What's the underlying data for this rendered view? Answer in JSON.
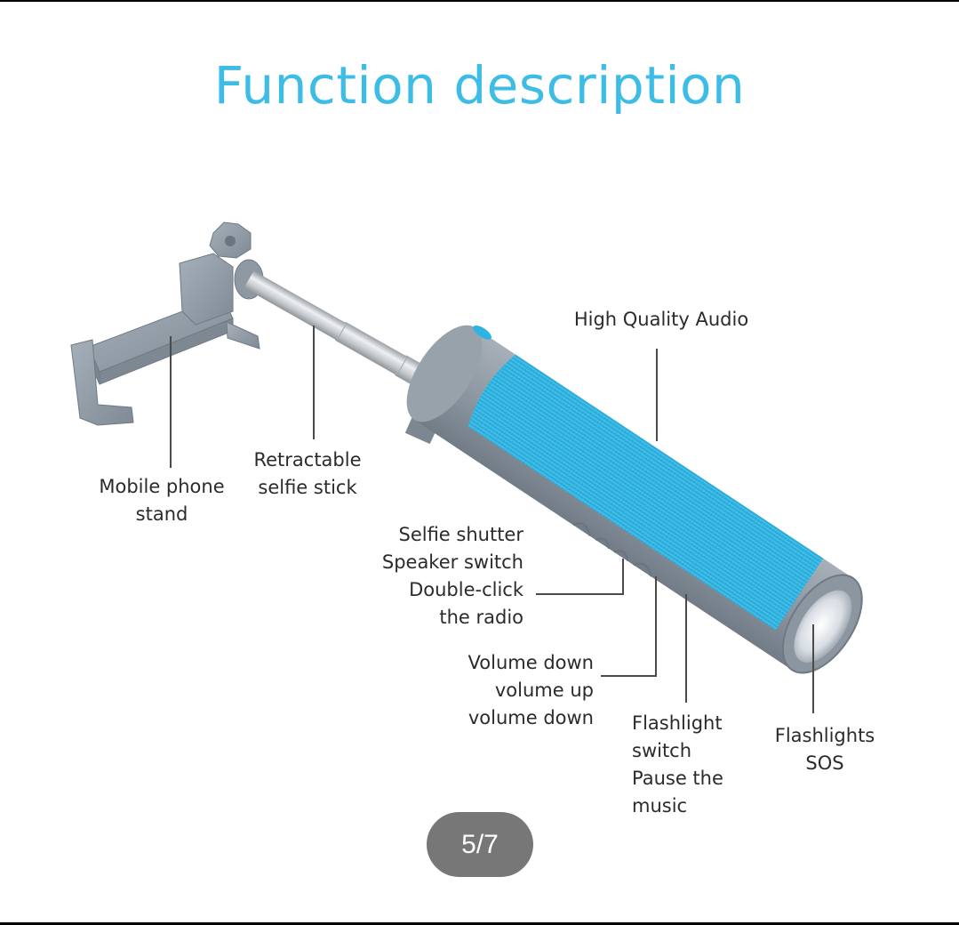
{
  "page": {
    "title": "Function description"
  },
  "product": {
    "name": "selfie-stick-speaker-flashlight",
    "colors": {
      "accent_blue": "#3dbde6",
      "mesh_blue": "#2fb3e0",
      "body_gray": "#8a949e",
      "rod_silver": "#c9cdd1"
    }
  },
  "callouts": {
    "phone_stand": {
      "text": "Mobile phone\nstand"
    },
    "selfie_stick": {
      "text": "Retractable\nselfie stick"
    },
    "audio": {
      "text": "High Quality Audio"
    },
    "selfie_shutter": {
      "text": "Selfie shutter\nSpeaker switch\nDouble-click\nthe radio"
    },
    "volume": {
      "text": "Volume down\nvolume up\nvolume down"
    },
    "flashlight_switch": {
      "text": "Flashlight\nswitch\nPause the\nmusic"
    },
    "flashlight_sos": {
      "text": "Flashlights\nSOS"
    }
  },
  "pager": {
    "current": 5,
    "total": 7,
    "label": "5/7"
  }
}
